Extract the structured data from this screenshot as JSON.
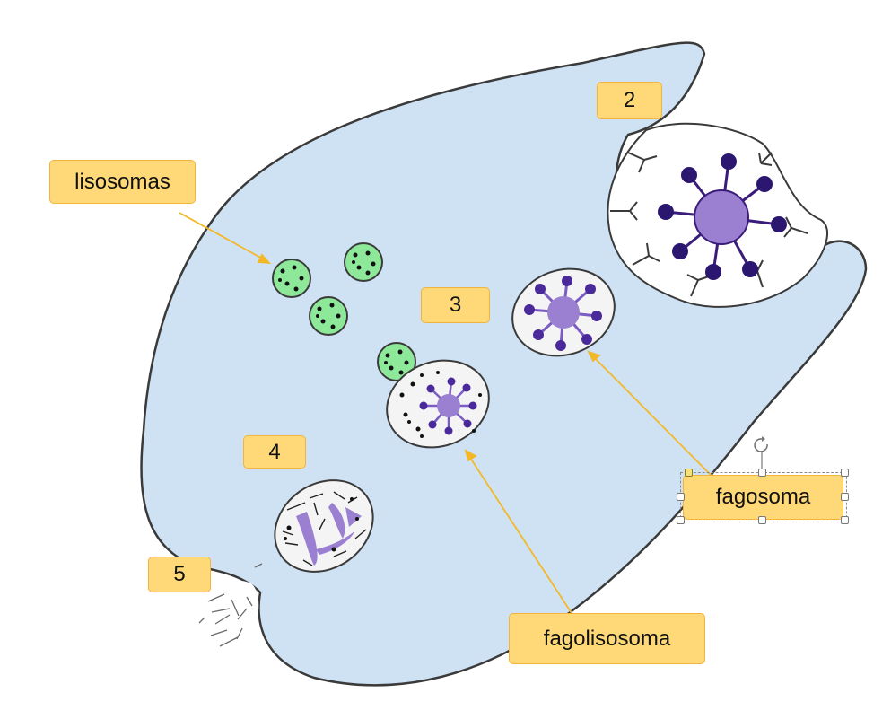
{
  "labels": {
    "lisosomas": "lisosomas",
    "fagosoma": "fagosoma",
    "fagolisosoma": "fagolisosoma",
    "step2": "2",
    "step3": "3",
    "step4": "4",
    "step5": "5"
  },
  "colors": {
    "cell_fill": "#cfe2f3",
    "cell_outline": "#3a3a3a",
    "label_fill": "#ffd978",
    "label_border": "#f2b43a",
    "arrow": "#f2b828",
    "lysosome_fill": "#8ee89a",
    "bacterium_purple": "#9b7fd1",
    "bacterium_dark": "#3a1d7a"
  },
  "icons": [
    "rotate-handle-icon",
    "resize-handle-icon"
  ]
}
